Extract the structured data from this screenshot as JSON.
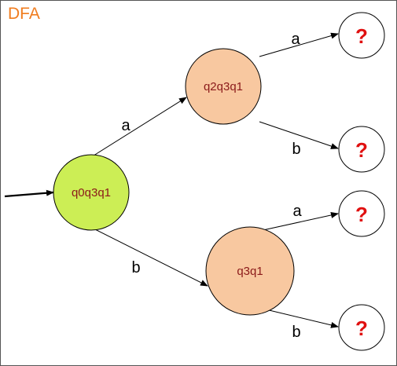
{
  "title": "DFA",
  "colors": {
    "title": "#f07c1f",
    "start_state_fill": "#ccee55",
    "state_fill": "#f8c8a0",
    "state_text": "#8b1a1a",
    "unknown_mark": "#e01010",
    "edge": "#000000"
  },
  "states": {
    "start": "q0q3q1",
    "upper": "q2q3q1",
    "lower": "q3q1"
  },
  "edges": {
    "start_to_upper": "a",
    "start_to_lower": "b",
    "upper_a": "a",
    "upper_b": "b",
    "lower_a": "a",
    "lower_b": "b"
  },
  "unknown_mark": "?"
}
